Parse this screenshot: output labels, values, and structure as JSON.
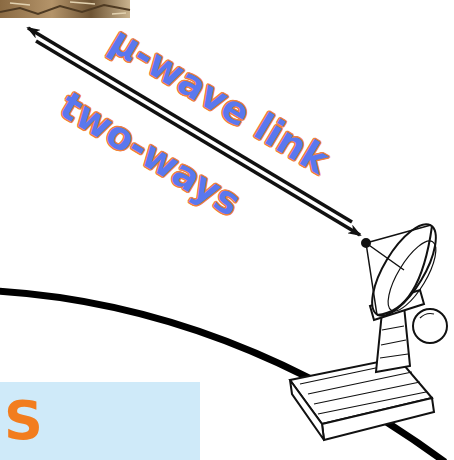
{
  "diagram": {
    "nodes": [
      {
        "text": [
          "S"
        ]
      }
    ],
    "labels": [
      "μ-wave link",
      "two-ways"
    ]
  }
}
